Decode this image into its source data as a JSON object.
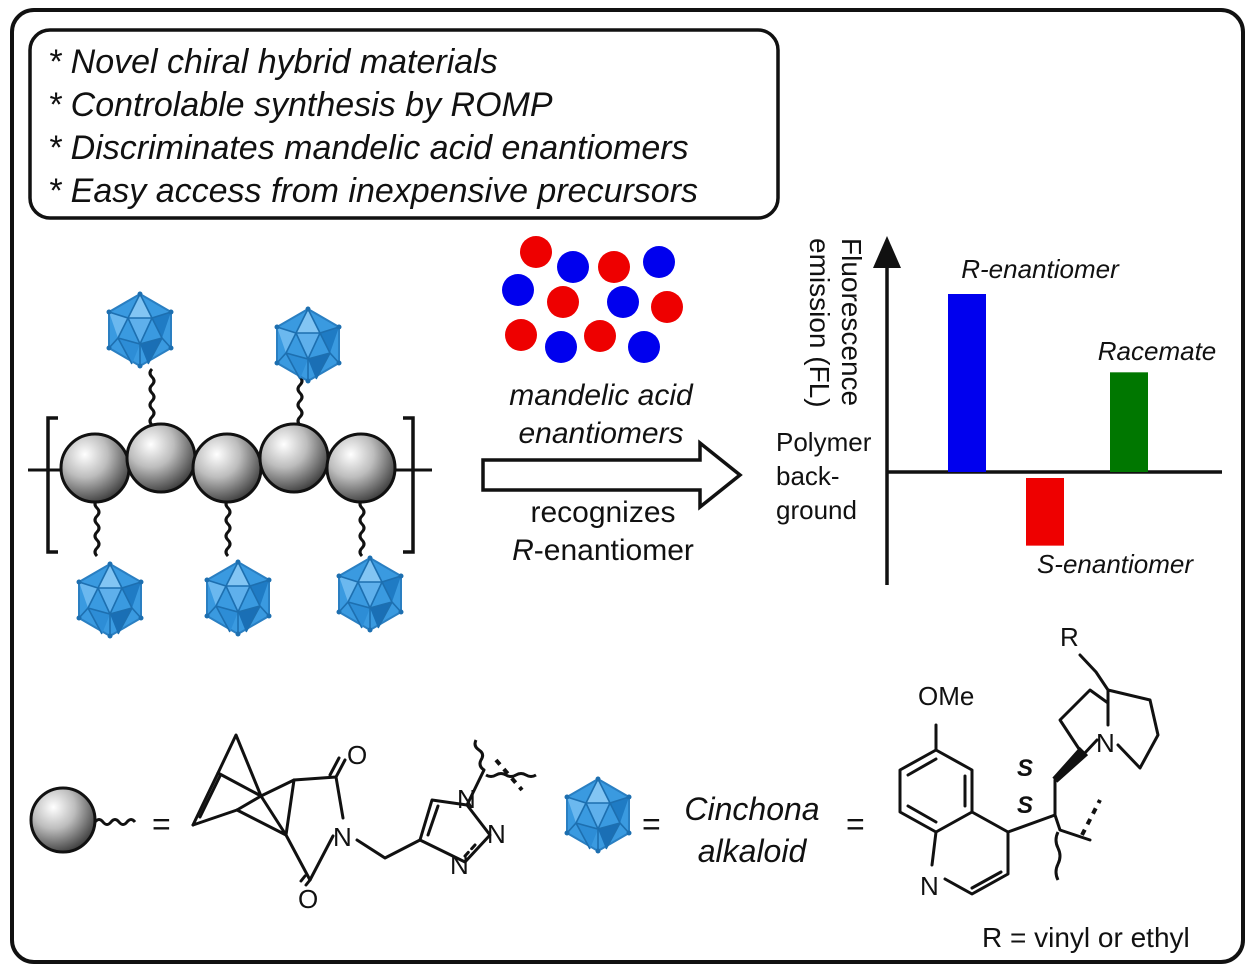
{
  "features": [
    "* Novel chiral hybrid materials",
    "* Controlable synthesis by ROMP",
    "* Discriminates mandelic acid enantiomers",
    "* Easy access from inexpensive precursors"
  ],
  "arrow": {
    "label_top_line1": "mandelic acid",
    "label_top_line2": "enantiomers",
    "label_bottom_line1": "recognizes",
    "label_bottom_line2_prefix": "R",
    "label_bottom_line2_suffix": "-enantiomer"
  },
  "chart": {
    "ylabel_line1": "Fluorescence",
    "ylabel_line2": "emission (FL)",
    "baseline_label": [
      "Polymer",
      "back-",
      "ground"
    ]
  },
  "chart_data": {
    "type": "bar",
    "categories": [
      "R-enantiomer",
      "S-enantiomer",
      "Racemate"
    ],
    "values": [
      1.0,
      -0.38,
      0.56
    ],
    "colors": [
      "#0000ee",
      "#ee0000",
      "#007700"
    ],
    "bar_labels": [
      "R-enantiomer",
      "S-enantiomer",
      "Racemate"
    ],
    "xlabel": "",
    "ylabel": "Fluorescence emission (FL)",
    "grid": false
  },
  "legend": {
    "equals": "=",
    "cinchona_line1": "Cinchona",
    "cinchona_line2": "alkaloid"
  },
  "structure": {
    "O_top": "O",
    "O_bottom": "O",
    "N_imide": "N",
    "N_triazole_1": "N",
    "N_triazole_2": "N",
    "N_triazole_3": "N",
    "OMe": "OMe",
    "N_quinoline": "N",
    "N_quinuclidine": "N",
    "R": "R",
    "S_label_1": "S",
    "S_label_2": "S",
    "R_note": "R = vinyl or ethyl"
  },
  "colors": {
    "enantiomer_blue": "#0000ee",
    "enantiomer_red": "#ee0000",
    "cage_blue": "#3a9ae0",
    "racemate_green": "#007700"
  }
}
